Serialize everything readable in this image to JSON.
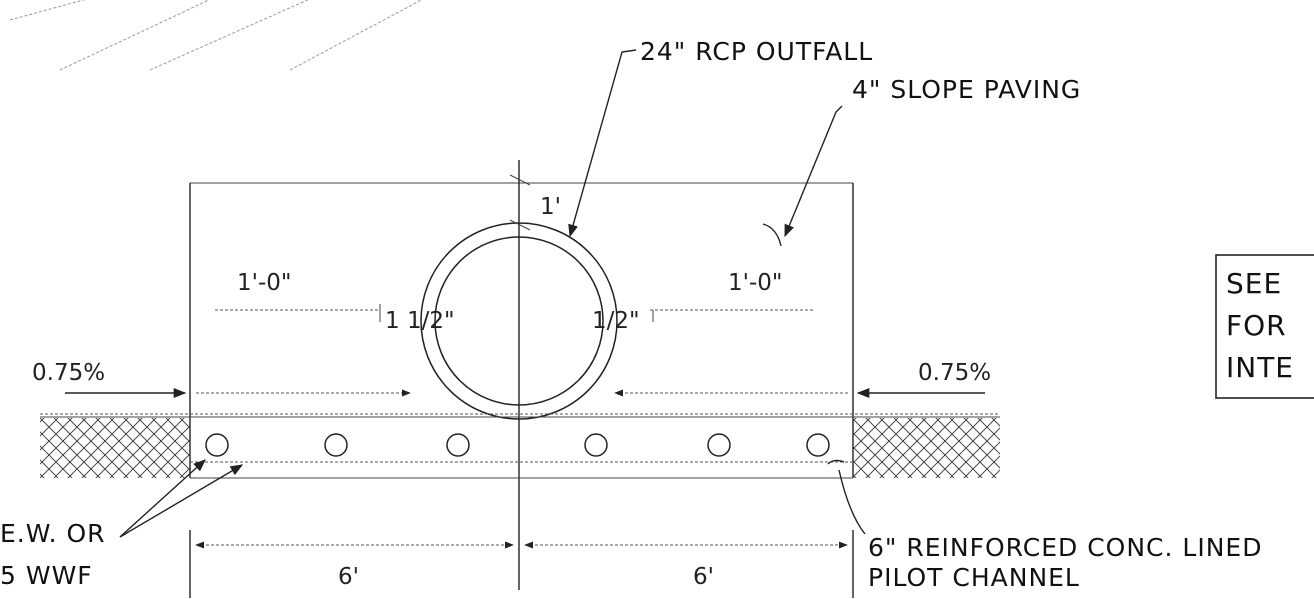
{
  "labels": {
    "rcp_outfall": "24\" RCP OUTFALL",
    "slope_paving": "4\" SLOPE PAVING",
    "pilot_channel_line1": "6\" REINFORCED CONC. LINED",
    "pilot_channel_line2": "PILOT CHANNEL",
    "reinf_line1": "E.W. OR",
    "reinf_line2": "5 WWF",
    "see_note_line1": "SEE",
    "see_note_line2": "FOR",
    "see_note_line3": "INTE"
  },
  "dimensions": {
    "cover": "1'",
    "offset_left": "1'-0\"",
    "offset_right": "1'-0\"",
    "half_inch_left": "1 1/2\"",
    "half_inch_right": "1/2\"",
    "slope_left": "0.75%",
    "slope_right": "0.75%",
    "width_left": "6'",
    "width_right": "6'"
  }
}
